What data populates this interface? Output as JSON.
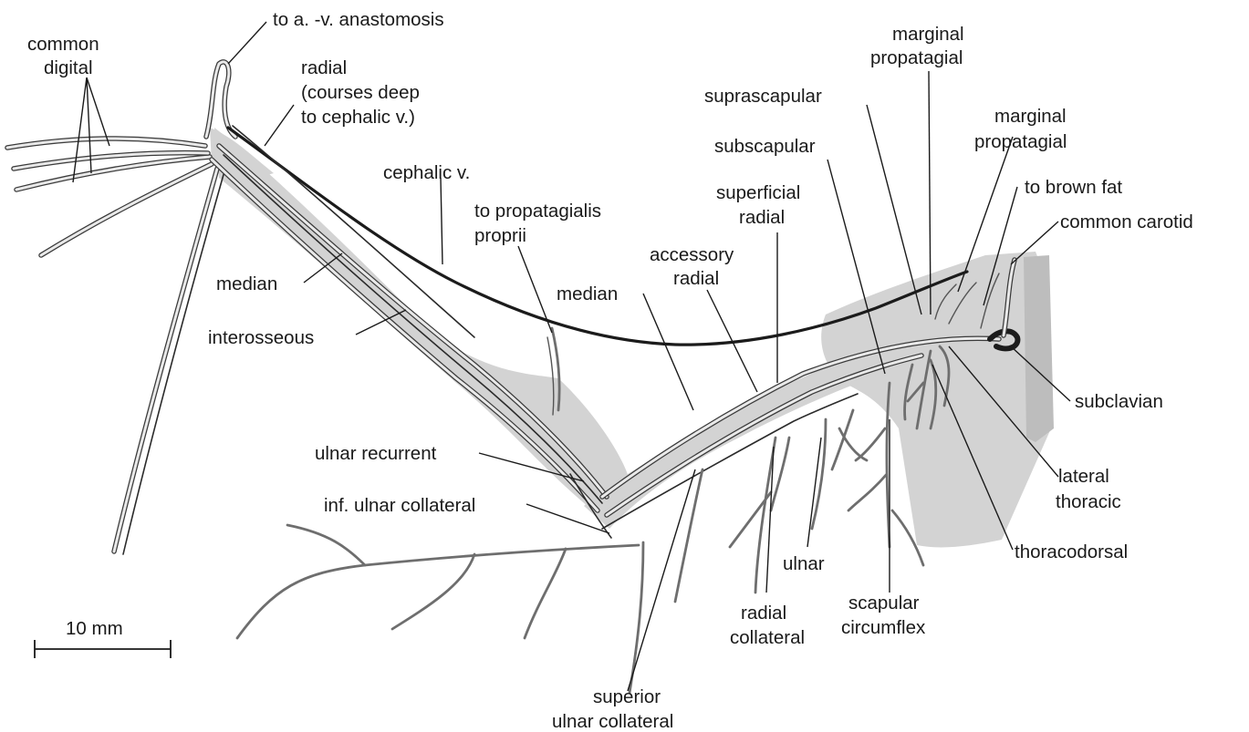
{
  "labels": {
    "to_av_anastomosis": "to a. -v. anastomosis",
    "common_digital_1": "common",
    "common_digital_2": "digital",
    "radial_1": "radial",
    "radial_2": "(courses deep",
    "radial_3": "to cephalic v.)",
    "cephalic_v": "cephalic v.",
    "to_propatagialis_1": "to propatagialis",
    "to_propatagialis_2": "proprii",
    "median_upper": "median",
    "interosseous": "interosseous",
    "median_lower": "median",
    "accessory_radial_1": "accessory",
    "accessory_radial_2": "radial",
    "superficial_radial_1": "superficial",
    "superficial_radial_2": "radial",
    "subscapular": "subscapular",
    "suprascapular": "suprascapular",
    "marginal_propatagial_top_1": "marginal",
    "marginal_propatagial_top_2": "propatagial",
    "marginal_propatagial_right_1": "marginal",
    "marginal_propatagial_right_2": "propatagial",
    "to_brown_fat": "to brown fat",
    "common_carotid": "common carotid",
    "subclavian": "subclavian",
    "lateral_thoracic_1": "lateral",
    "lateral_thoracic_2": "thoracic",
    "thoracodorsal": "thoracodorsal",
    "ulnar_recurrent": "ulnar recurrent",
    "inf_ulnar_collateral": "inf. ulnar collateral",
    "ulnar": "ulnar",
    "radial_collateral_1": "radial",
    "radial_collateral_2": "collateral",
    "scapular_circumflex_1": "scapular",
    "scapular_circumflex_2": "circumflex",
    "superior_ulnar_collateral_1": "superior",
    "superior_ulnar_collateral_2": "ulnar collateral"
  },
  "scale_bar": {
    "label": "10 mm"
  },
  "colors": {
    "tissue": "#d3d3d3",
    "vessel_outline": "#3a3a3a",
    "vessel_fill": "#e9e9e9",
    "label_text": "#1a1a1a",
    "background": "#ffffff"
  }
}
